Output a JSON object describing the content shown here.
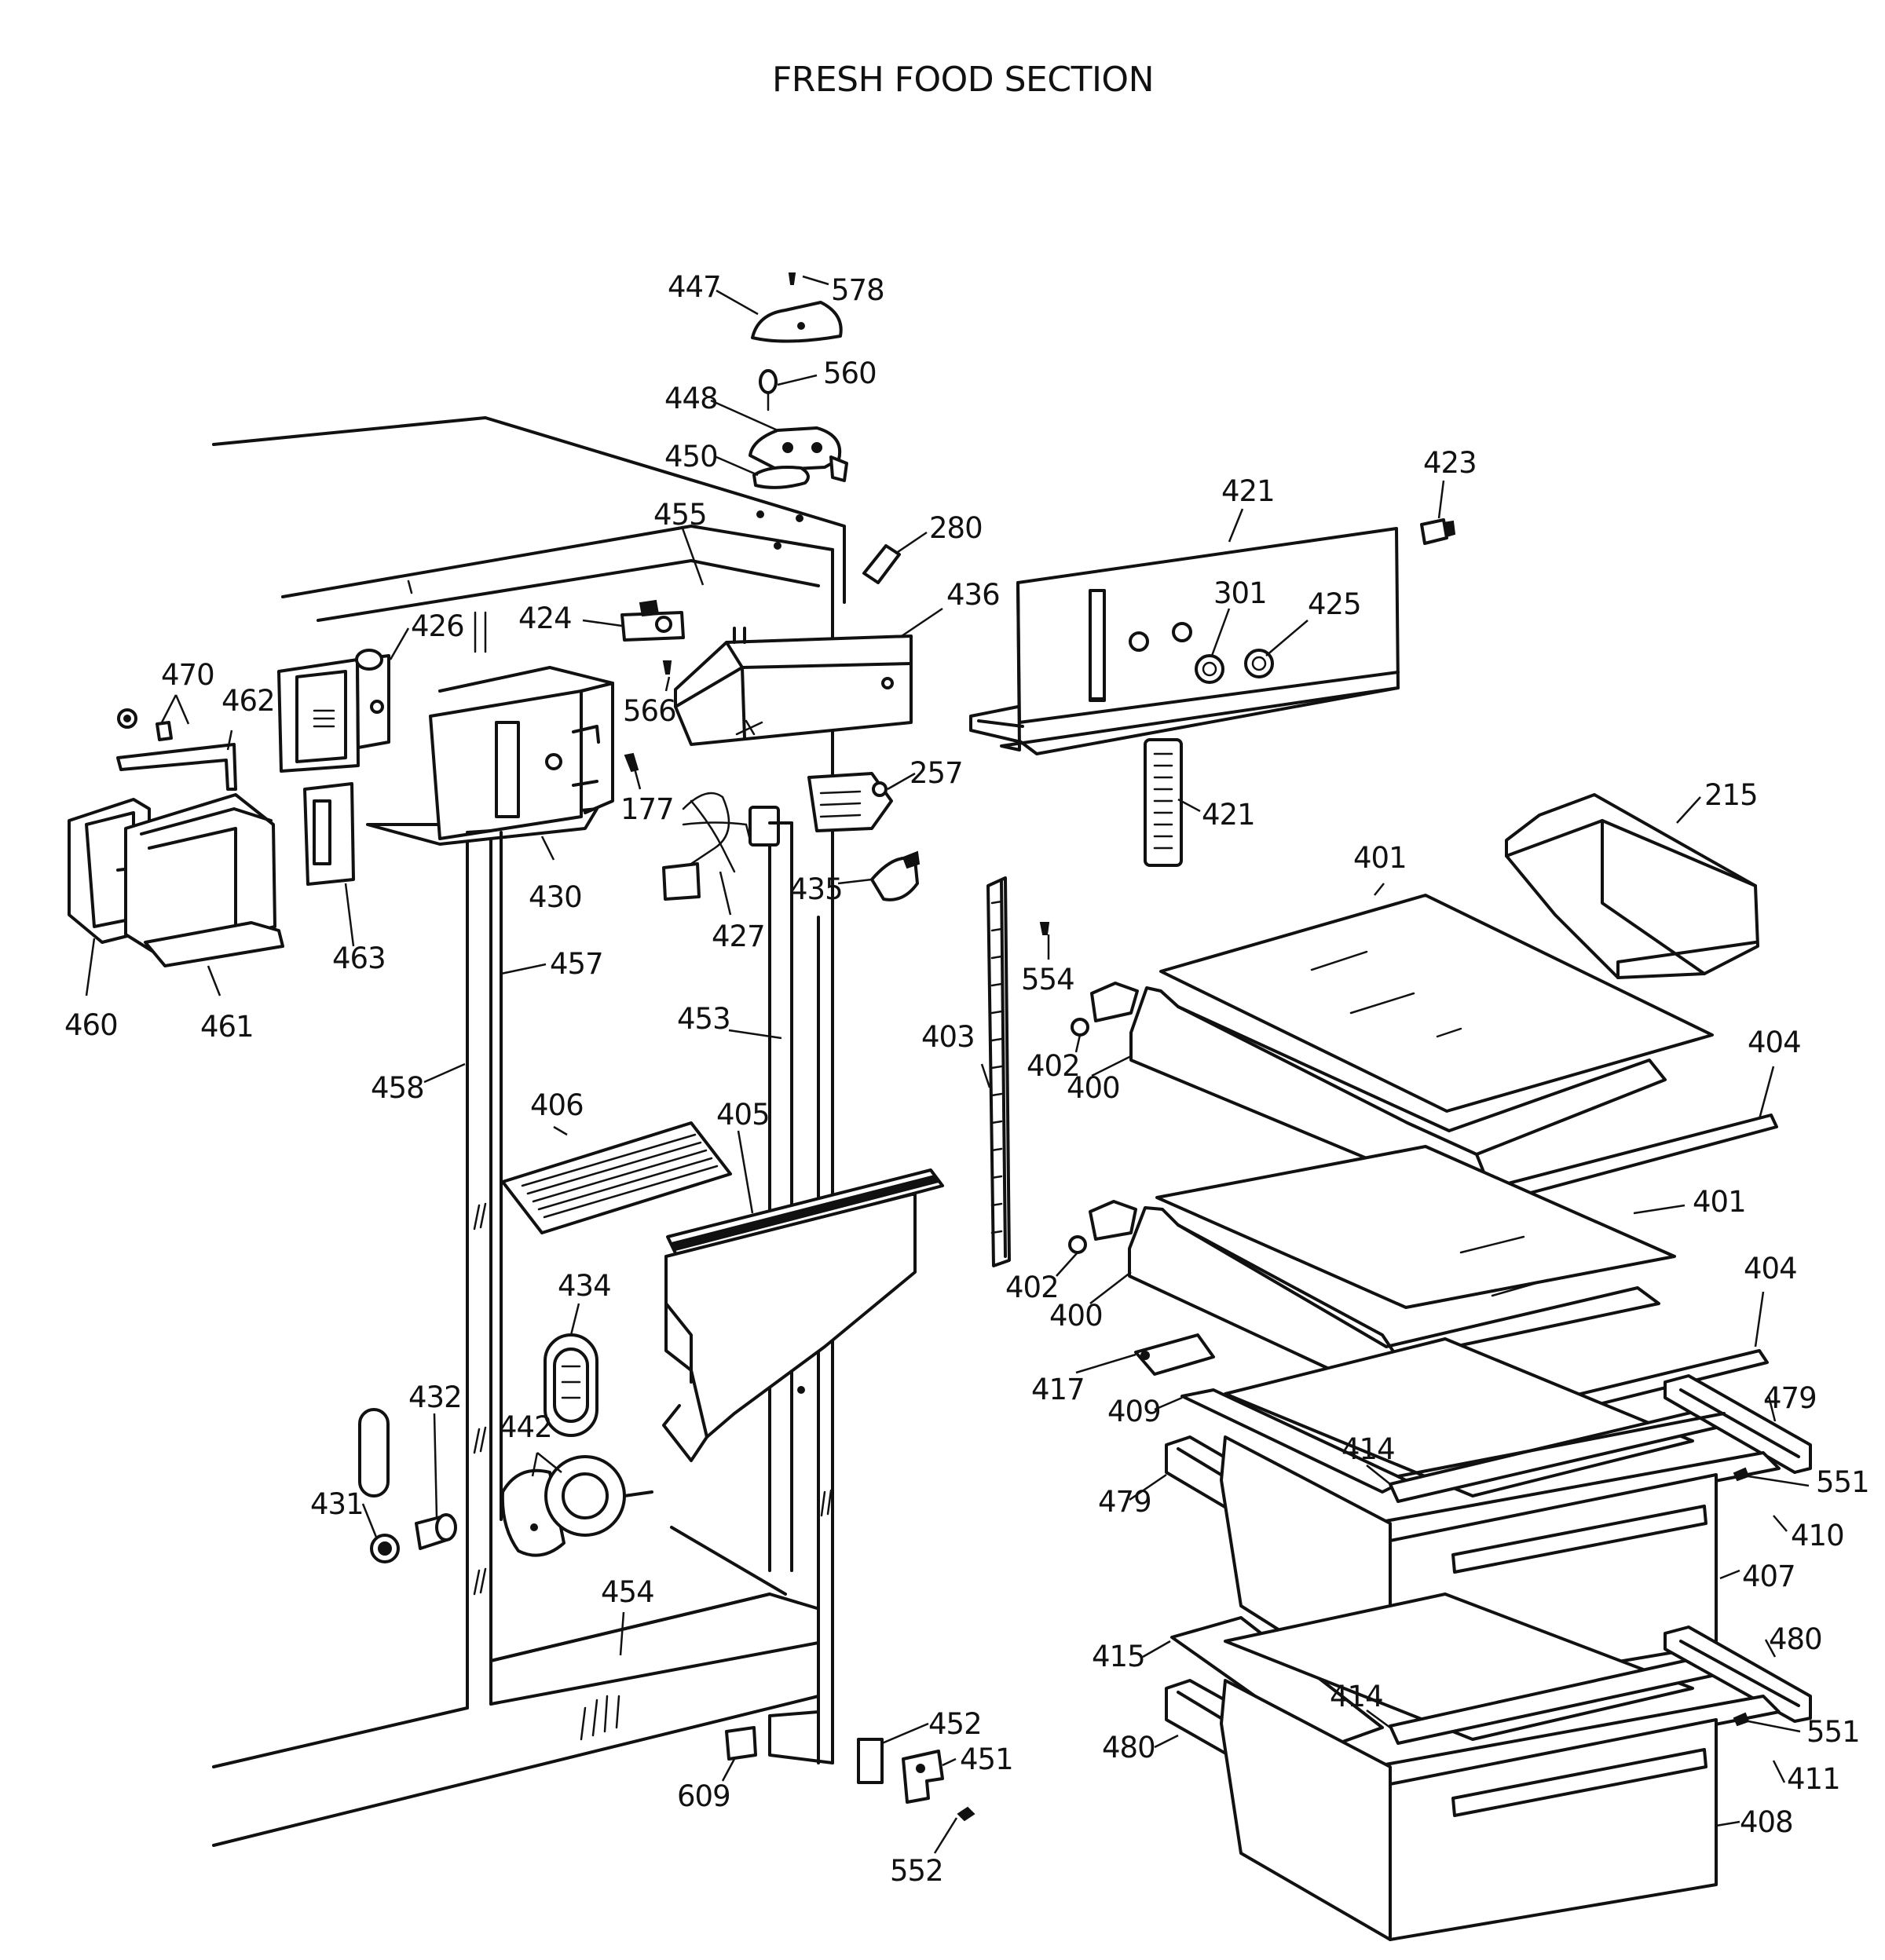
{
  "title": "FRESH FOOD SECTION",
  "callouts": {
    "c578": "578",
    "c447": "447",
    "c560": "560",
    "c448": "448",
    "c450": "450",
    "c455": "455",
    "c280": "280",
    "c421a": "421",
    "c423": "423",
    "c424": "424",
    "c426": "426",
    "c436": "436",
    "c301": "301",
    "c425": "425",
    "c470": "470",
    "c462": "462",
    "c566": "566",
    "c177": "177",
    "c257": "257",
    "c421b": "421",
    "c215": "215",
    "c430": "430",
    "c435": "435",
    "c427": "427",
    "c463": "463",
    "c460": "460",
    "c461": "461",
    "c457": "457",
    "c401a": "401",
    "c554": "554",
    "c453": "453",
    "c403": "403",
    "c402a": "402",
    "c400a": "400",
    "c404a": "404",
    "c458": "458",
    "c406": "406",
    "c405": "405",
    "c401b": "401",
    "c402b": "402",
    "c400b": "400",
    "c404b": "404",
    "c434": "434",
    "c417": "417",
    "c409": "409",
    "c479a": "479",
    "c432": "432",
    "c442": "442",
    "c414a": "414",
    "c551a": "551",
    "c479b": "479",
    "c431": "431",
    "c410": "410",
    "c407": "407",
    "c454": "454",
    "c480a": "480",
    "c415": "415",
    "c414b": "414",
    "c452": "452",
    "c551b": "551",
    "c480b": "480",
    "c451": "451",
    "c411": "411",
    "c609": "609",
    "c408": "408",
    "c552": "552"
  }
}
